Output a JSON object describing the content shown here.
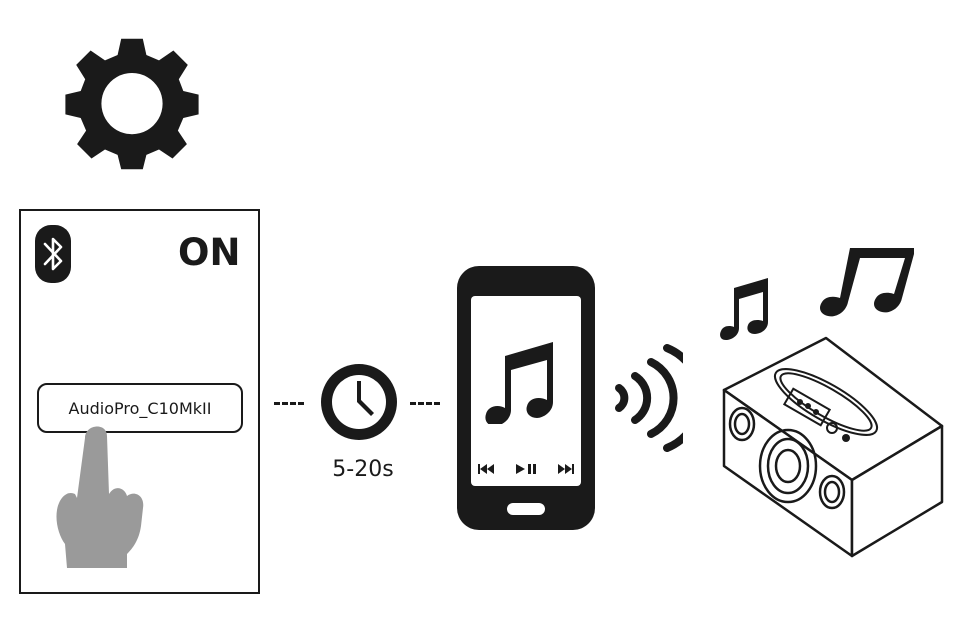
{
  "bluetooth": {
    "status_label": "ON",
    "device_name": "AudioPro_C10MkII"
  },
  "connection": {
    "duration_label": "5-20s"
  },
  "icons": {
    "settings": "gear-icon",
    "bluetooth": "bluetooth-icon",
    "hand": "pointing-hand-icon",
    "clock": "clock-icon",
    "phone": "smartphone-icon",
    "music": "music-note-icon",
    "wireless": "wireless-signal-icon",
    "speaker": "speaker-icon"
  },
  "colors": {
    "ink": "#1a1a1a",
    "hand": "#9a9a9a",
    "screen": "#ffffff"
  }
}
